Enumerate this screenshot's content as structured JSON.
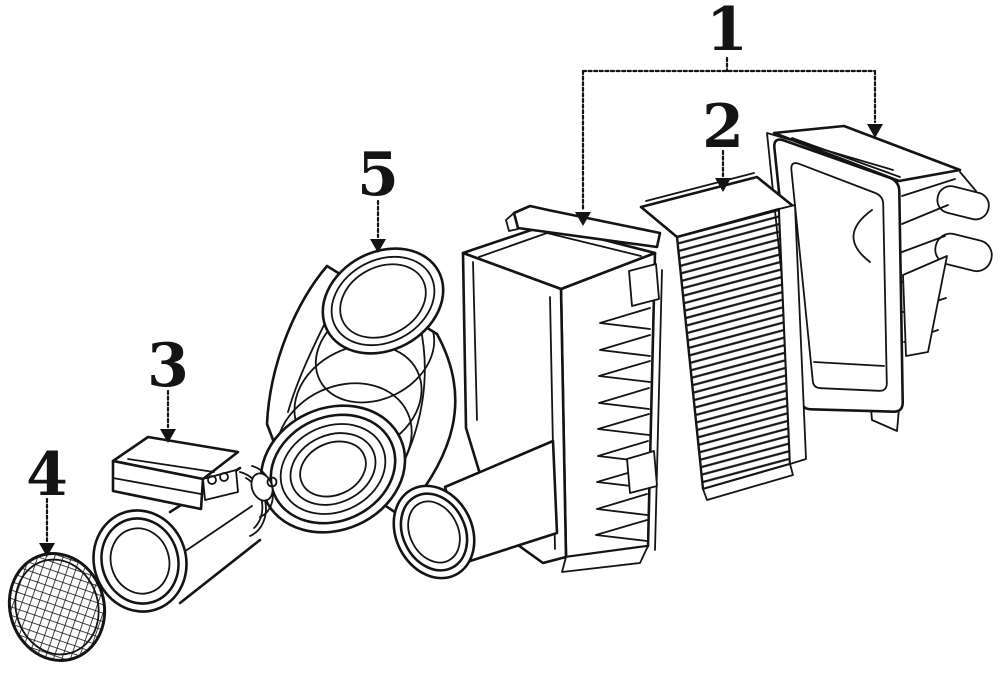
{
  "diagram": {
    "colors": {
      "background": "#ffffff",
      "line": "#141414"
    },
    "callouts": [
      {
        "label": "1"
      },
      {
        "label": "2"
      },
      {
        "label": "3"
      },
      {
        "label": "4"
      },
      {
        "label": "5"
      }
    ]
  }
}
